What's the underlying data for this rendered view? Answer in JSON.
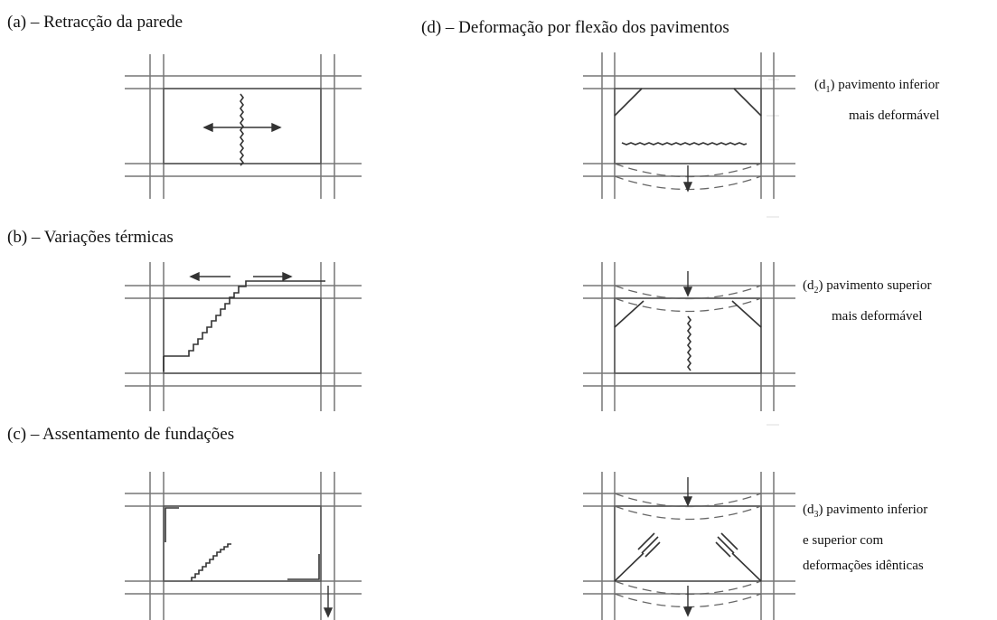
{
  "captions": {
    "a": "(a) – Retracção da parede",
    "b": "(b) – Variações térmicas",
    "c": "(c) – Assentamento de fundações",
    "d": "(d) – Deformação por flexão dos pavimentos"
  },
  "notes": {
    "d1": {
      "prefix": "(d",
      "sub": "1",
      "suffix": ") pavimento inferior",
      "line2": "mais deformável"
    },
    "d2": {
      "prefix": "(d",
      "sub": "2",
      "suffix": ") pavimento superior",
      "line2": "mais deformável"
    },
    "d3": {
      "prefix": "(d",
      "sub": "3",
      "suffix": ") pavimento inferior",
      "line2": "e superior com",
      "line3": "deformações idênticas"
    }
  }
}
